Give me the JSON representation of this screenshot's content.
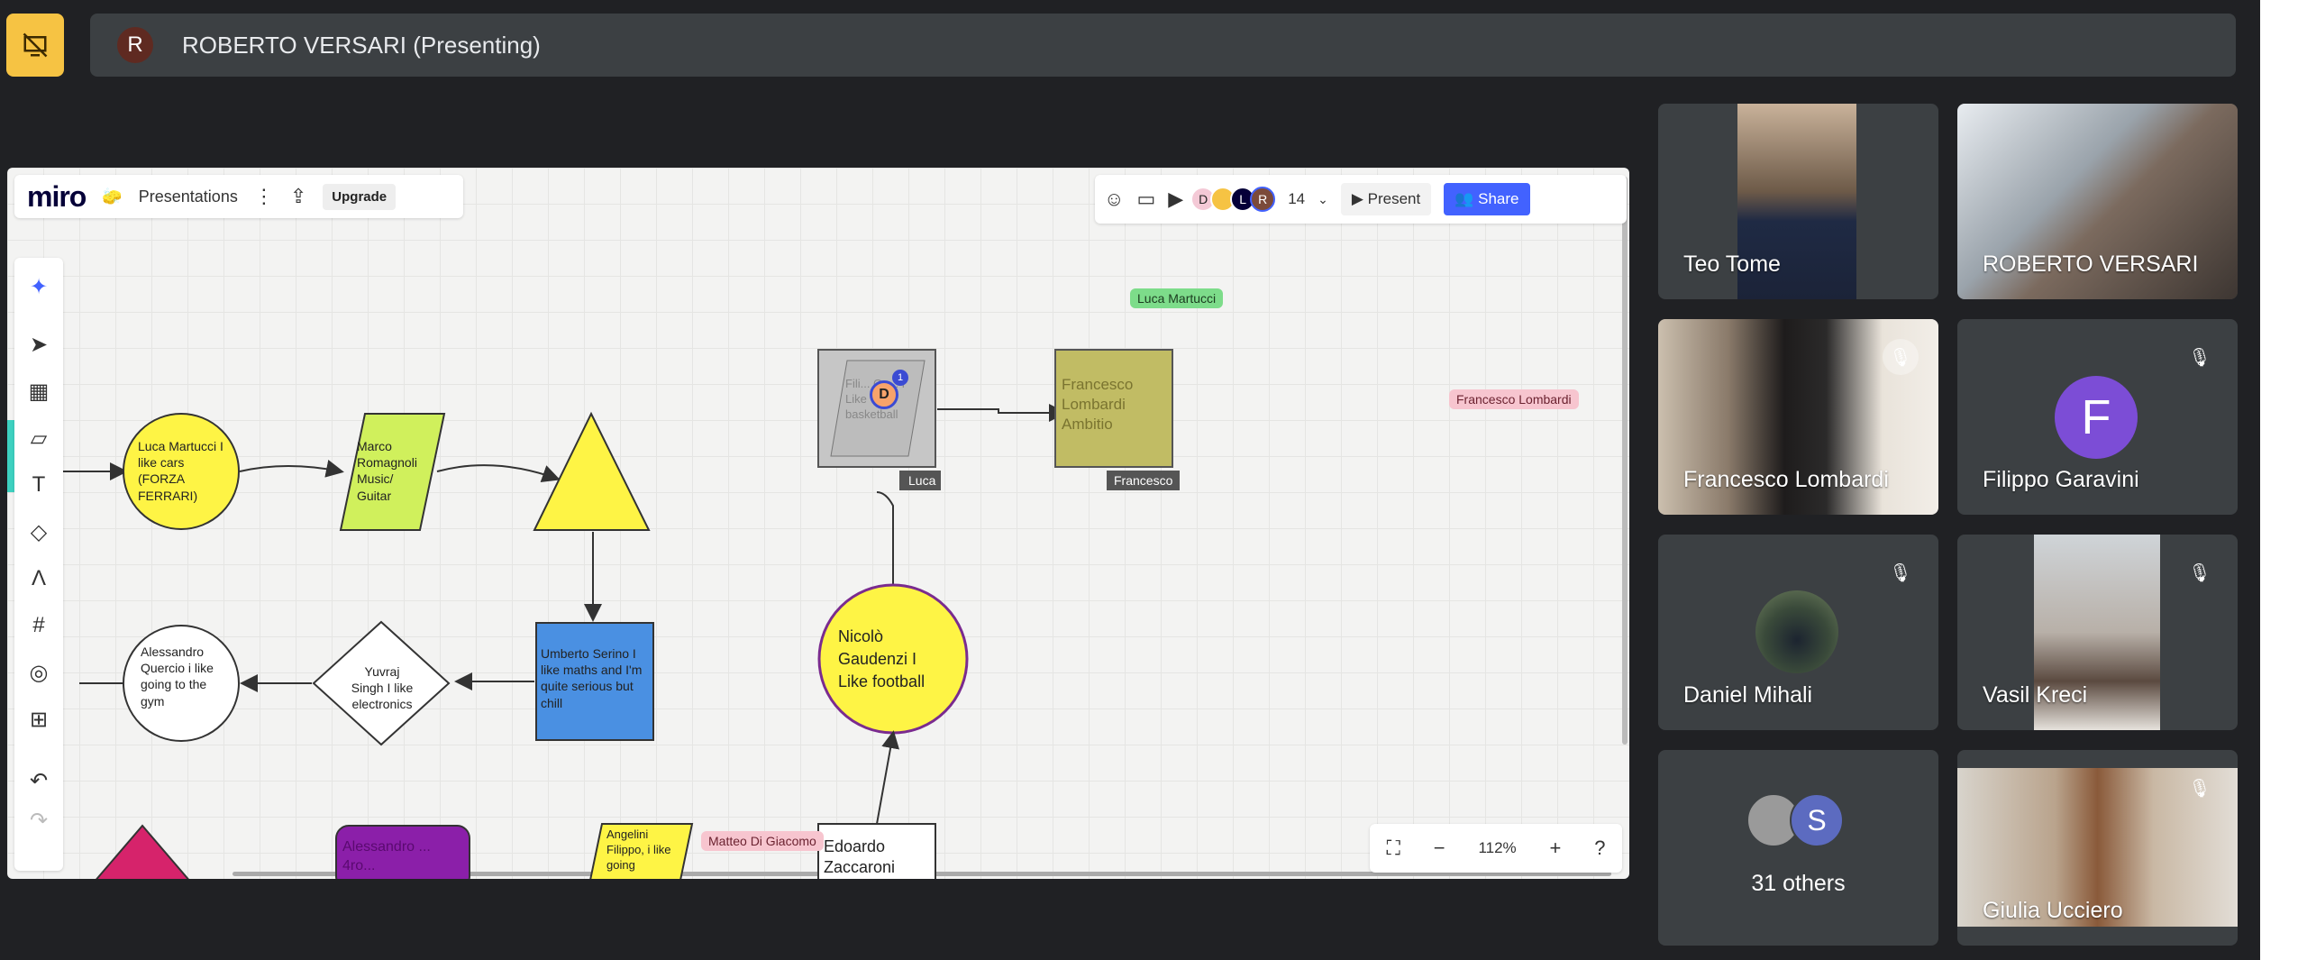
{
  "presenter": {
    "initial": "R",
    "name": "ROBERTO VERSARI (Presenting)"
  },
  "miro": {
    "logo": "miro",
    "board_name": "Presentations",
    "upgrade": "Upgrade",
    "collaborators": [
      "D",
      "",
      "L",
      "R"
    ],
    "collaborator_count": "14",
    "present": "Present",
    "share": "Share",
    "zoom": "112%",
    "shapes": {
      "luca": "Luca Martucci I like cars (FORZA FERRARI)",
      "marco": "Marco Romagnoli Music/ Guitar",
      "umberto": "Umberto Serino I like maths and I'm quite serious but chill",
      "yuvraj": "Yuvraj Singh I like electronics",
      "alessandro": "Alessandro Quercio i like going to the gym",
      "filippo_sq": "Fili... Ga... i Like basketball",
      "francesco_sq": "Francesco Lombardi Ambitio",
      "nicolo": "Nicolò Gaudenzi I Like football",
      "edoardo": "Edoardo Zaccaroni",
      "angelini": "Angelini Filippo, i like going",
      "alessandro2": "Alessandro ... 4ro..."
    },
    "cursors": {
      "luca_martucci": "Luca Martucci",
      "francesco_lombardi": "Francesco Lombardi",
      "matteo": "Matteo Di Giacomo",
      "luca_tag": "Luca",
      "francesco_tag": "Francesco",
      "d_badge": "D",
      "count_badge": "1"
    }
  },
  "participants": [
    {
      "name": "Teo Tome",
      "muted": false
    },
    {
      "name": "ROBERTO VERSARI",
      "muted": false
    },
    {
      "name": "Francesco Lombardi",
      "muted": true
    },
    {
      "name": "Filippo Garavini",
      "muted": true,
      "avatar": "F"
    },
    {
      "name": "Daniel Mihali",
      "muted": true
    },
    {
      "name": "Vasil Kreci",
      "muted": true
    },
    {
      "others_label": "31 others",
      "avatar": "S"
    },
    {
      "name": "Giulia Ucciero",
      "muted": true
    }
  ],
  "colors": {
    "accent_yellow": "#f6c343",
    "share_blue": "#4262ff",
    "tile_bg": "#3c4043"
  }
}
